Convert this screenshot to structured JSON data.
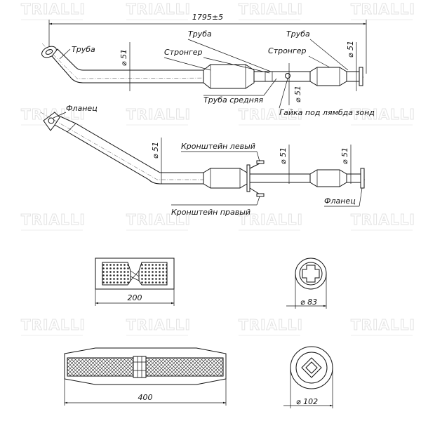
{
  "watermark": "TRIALLI",
  "dimensions": {
    "overall_length": "1795±5",
    "pipe_diameter": "⌀ 51",
    "stronger_small_length": "200",
    "stronger_small_diameter": "⌀ 83",
    "stronger_large_length": "400",
    "stronger_large_diameter": "⌀ 102"
  },
  "labels": {
    "pipe": "Труба",
    "stronger": "Стронгер",
    "middle_pipe": "Труба средняя",
    "lambda_nut": "Гайка под лямбда зонд",
    "flange": "Фланец",
    "bracket_left": "Кронштейн левый",
    "bracket_right": "Кронштейн правый"
  }
}
